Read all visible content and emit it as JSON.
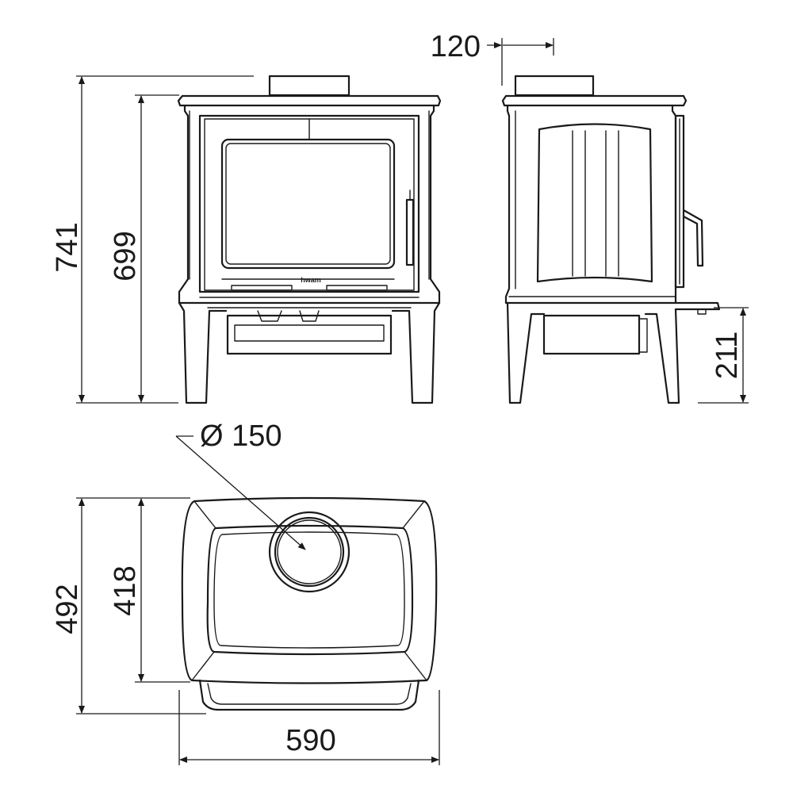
{
  "brand_label": "hwam",
  "dimensions": {
    "overall_height": "741",
    "body_height": "699",
    "flue_offset": "120",
    "outlet_height": "211",
    "flue_diameter": "Ø 150",
    "overall_depth": "492",
    "body_depth": "418",
    "width": "590"
  },
  "views": [
    "front-view",
    "side-view",
    "top-view"
  ]
}
